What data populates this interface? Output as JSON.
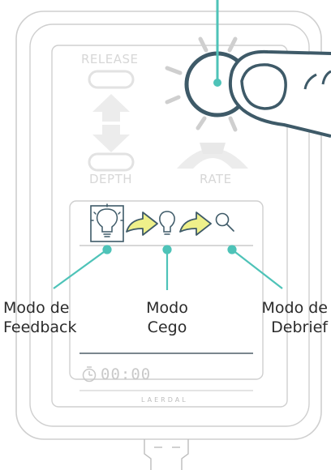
{
  "device": {
    "release_label": "RELEASE",
    "depth_label": "DEPTH",
    "rate_label": "RATE",
    "timer_text": "00:00",
    "brand": "LAERDAL"
  },
  "modes": [
    {
      "label_line1": "Modo de",
      "label_line2": "Feedback",
      "icon": "bulb-rays-icon"
    },
    {
      "label_line1": "Modo",
      "label_line2": "Cego",
      "icon": "bulb-icon"
    },
    {
      "label_line1": "Modo de",
      "label_line2": "Debrief",
      "icon": "magnifier-icon"
    }
  ],
  "colors": {
    "outline": "#3e5a68",
    "teal": "#4ec3b8",
    "arrow_fill": "#eef08a",
    "device_line": "#c8c8c8",
    "faded": "#e3e3e3"
  }
}
